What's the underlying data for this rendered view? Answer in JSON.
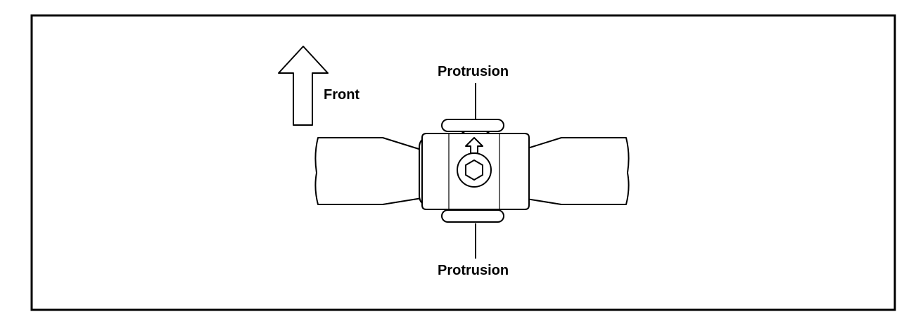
{
  "labels": {
    "direction": "Front",
    "top_callout": "Protrusion",
    "bottom_callout": "Protrusion"
  },
  "colors": {
    "stroke": "#000000",
    "background": "#ffffff"
  }
}
